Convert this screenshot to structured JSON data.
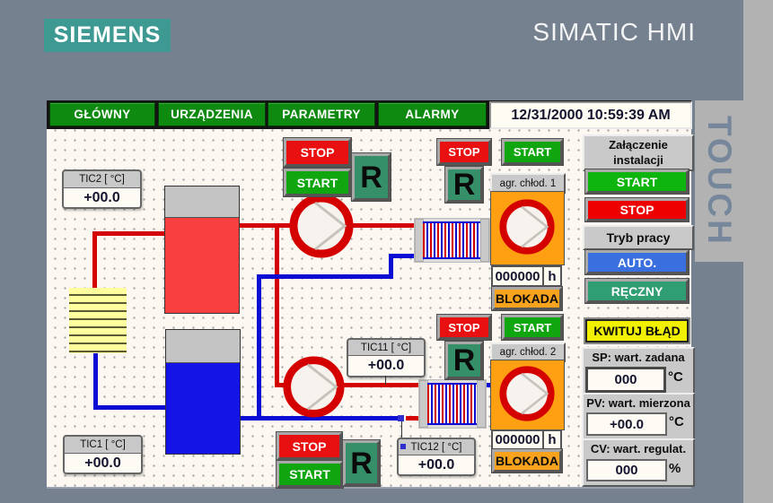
{
  "header": {
    "brand": "SIEMENS",
    "product": "SIMATIC HMI",
    "side_label": "TOUCH"
  },
  "nav": {
    "items": [
      {
        "label": "GŁÓWNY"
      },
      {
        "label": "URZĄDZENIA"
      },
      {
        "label": "PARAMETRY"
      },
      {
        "label": "ALARMY"
      }
    ],
    "datetime": "12/31/2000 10:59:39 AM"
  },
  "process": {
    "tic2": {
      "label": "TIC2 [ °C]",
      "value": "+00.0"
    },
    "tic11": {
      "label": "TIC11 [ °C]",
      "value": "+00.0"
    },
    "tic12": {
      "label": "TIC12 [ °C]",
      "value": "+00.0"
    },
    "tic1": {
      "label": "TIC1 [ °C]",
      "value": "+00.0"
    },
    "pump_top": {
      "stop": "STOP",
      "start": "START",
      "reset": "R"
    },
    "pump_bottom": {
      "stop": "STOP",
      "start": "START",
      "reset": "R"
    },
    "chiller1": {
      "label": "agr. chłod. 1",
      "stop": "STOP",
      "start": "START",
      "reset": "R",
      "hours": "000000",
      "hours_unit": "h",
      "lock": "BLOKADA"
    },
    "chiller2": {
      "label": "agr. chłod. 2",
      "stop": "STOP",
      "start": "START",
      "reset": "R",
      "hours": "000000",
      "hours_unit": "h",
      "lock": "BLOKADA"
    }
  },
  "side_panel": {
    "install_header": "Załączenie instalacji",
    "start": "START",
    "stop": "STOP",
    "mode_header": "Tryb pracy",
    "auto": "AUTO.",
    "manual": "RĘCZNY",
    "ack": "KWITUJ BŁĄD",
    "sp": {
      "label": "SP: wart. zadana",
      "value": "000",
      "unit": "°C"
    },
    "pv": {
      "label": "PV: wart. mierzona",
      "value": "+00.0",
      "unit": "°C"
    },
    "cv": {
      "label": "CV: wart. regulat.",
      "value": "000",
      "unit": "%"
    }
  },
  "colors": {
    "background": "#75818F",
    "accent_teal": "#3D9991",
    "nav_green": "#0E8A10",
    "stop_red": "#E81010",
    "start_green": "#10A610",
    "reset_green": "#35906A",
    "auto_blue": "#3A6FE0",
    "manual_green": "#2F9E73",
    "ack_yellow": "#F0F000",
    "alarm_orange": "#FFA013",
    "tank_red": "#F84040",
    "tank_blue": "#1414E6",
    "pipe_red": "#D40000",
    "pipe_blue": "#0B0BD4"
  }
}
